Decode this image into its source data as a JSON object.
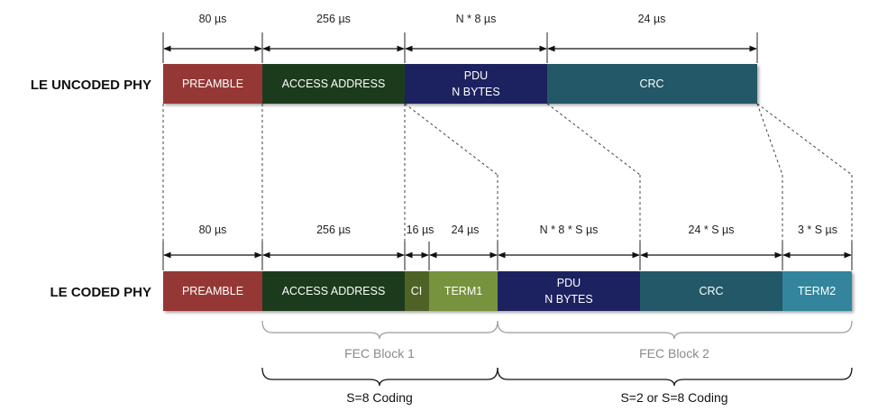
{
  "rows": {
    "uncoded_label": "LE UNCODED PHY",
    "coded_label": "LE CODED PHY"
  },
  "uncoded": {
    "durations": [
      "80 µs",
      "256 µs",
      "N * 8 µs",
      "24 µs"
    ],
    "fields": {
      "preamble": "PREAMBLE",
      "access_address": "ACCESS ADDRESS",
      "pdu_line1": "PDU",
      "pdu_line2": "N BYTES",
      "crc": "CRC"
    }
  },
  "coded": {
    "durations": [
      "80 µs",
      "256 µs",
      "16 µs",
      "24  µs",
      "N * 8 * S µs",
      "24 * S µs",
      "3 * S µs"
    ],
    "fields": {
      "preamble": "PREAMBLE",
      "access_address": "ACCESS ADDRESS",
      "ci": "CI",
      "term1": "TERM1",
      "pdu_line1": "PDU",
      "pdu_line2": "N BYTES",
      "crc": "CRC",
      "term2": "TERM2"
    }
  },
  "groups": {
    "fec_block_1": "FEC Block 1",
    "fec_block_2": "FEC Block 2",
    "coding_1": "S=8 Coding",
    "coding_2": "S=2 or S=8 Coding"
  },
  "colors": {
    "preamble": "#953735",
    "access_address": "#1e3a1b",
    "ci": "#4f6228",
    "term1": "#77933c",
    "pdu": "#1f245e",
    "crc": "#215967",
    "term2": "#31859c"
  }
}
